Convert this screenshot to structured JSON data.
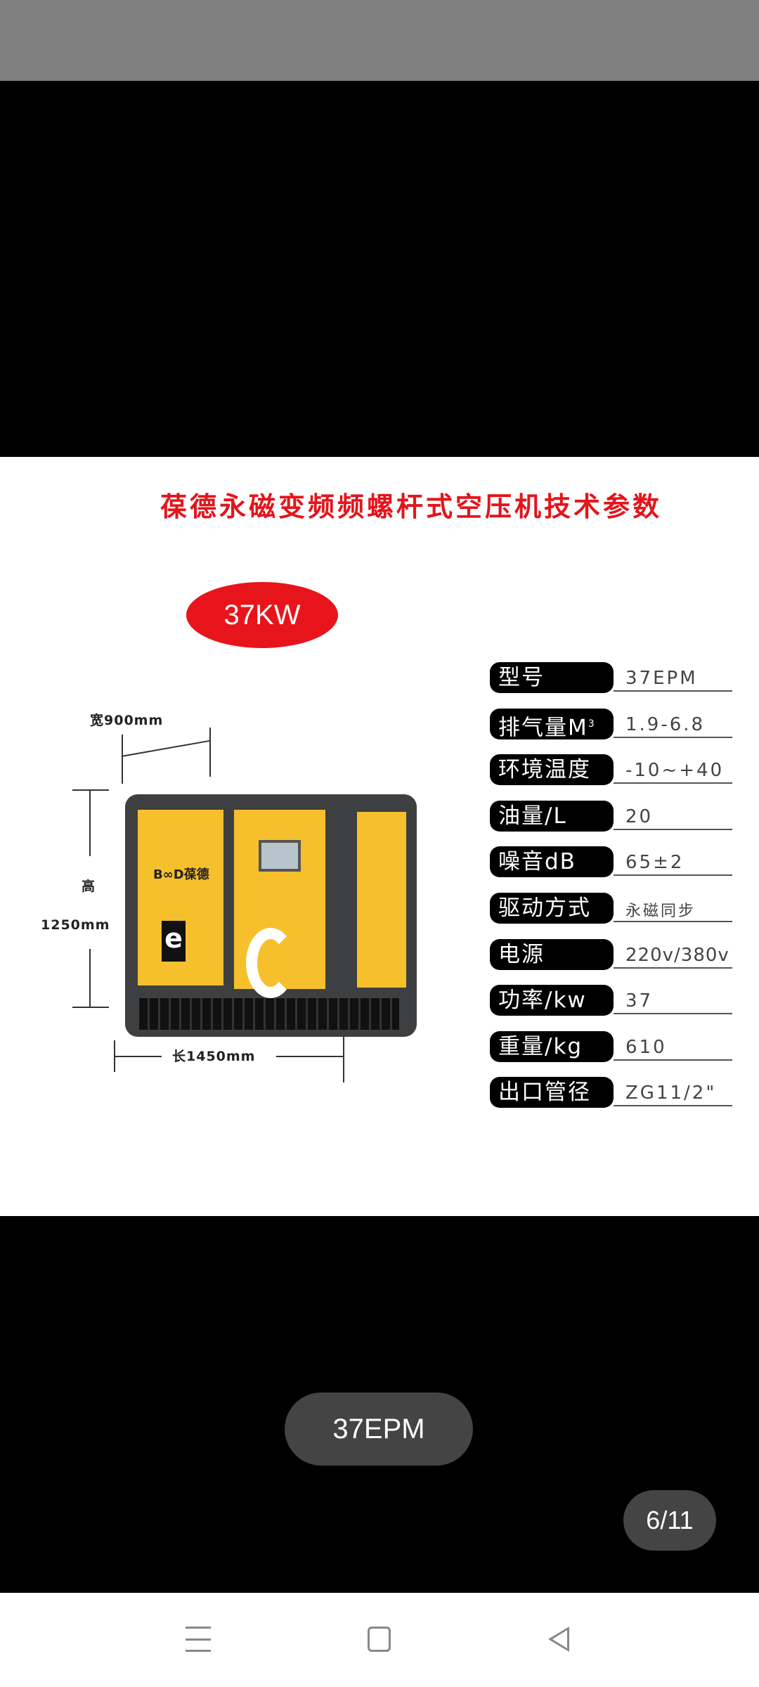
{
  "image": {
    "title": "葆德永磁变频频螺杆式空压机技术参数",
    "power_badge": "37KW",
    "dimensions": {
      "width": "宽900mm",
      "height_label": "高",
      "height_value": "1250mm",
      "length": "长1450mm"
    },
    "machine_logo": "B∞D葆德",
    "machine_badge": "e",
    "specs": [
      {
        "label": "型号",
        "value": "37EPM"
      },
      {
        "label": "排气量M",
        "sup": "3",
        "value": "1.9-6.8"
      },
      {
        "label": "环境温度",
        "value": "-10~+40"
      },
      {
        "label": "油量/L",
        "value": "20"
      },
      {
        "label": "噪音dB",
        "value": "65±2"
      },
      {
        "label": "驱动方式",
        "value": "永磁同步"
      },
      {
        "label": "电源",
        "value": "220v/380v"
      },
      {
        "label": "功率/kw",
        "value": "37"
      },
      {
        "label": "重量/kg",
        "value": "610"
      },
      {
        "label": "出口管径",
        "value": "ZG11/2\""
      }
    ]
  },
  "viewer": {
    "caption": "37EPM",
    "counter": "6/11"
  },
  "nav": {
    "menu": "menu-icon",
    "home": "home-icon",
    "back": "back-icon"
  }
}
